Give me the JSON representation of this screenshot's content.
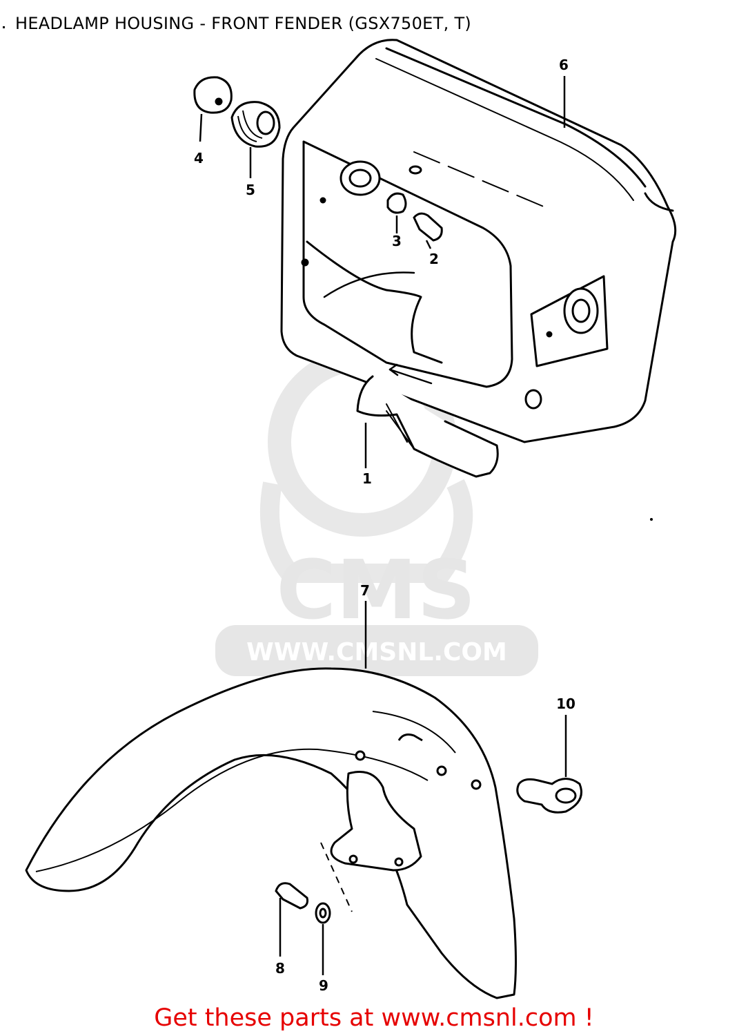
{
  "title": "HEADLAMP HOUSING - FRONT FENDER (GSX750ET, T)",
  "watermark": {
    "brand": "CMS",
    "url": "WWW.CMSNL.COM"
  },
  "callouts": [
    {
      "id": "1",
      "label": "1"
    },
    {
      "id": "2",
      "label": "2"
    },
    {
      "id": "3",
      "label": "3"
    },
    {
      "id": "4",
      "label": "4"
    },
    {
      "id": "5",
      "label": "5"
    },
    {
      "id": "6",
      "label": "6"
    },
    {
      "id": "7",
      "label": "7"
    },
    {
      "id": "8",
      "label": "8"
    },
    {
      "id": "9",
      "label": "9"
    },
    {
      "id": "10",
      "label": "10"
    }
  ],
  "footer": "Get these parts at www.cmsnl.com !",
  "colors": {
    "line": "#000000",
    "footer": "#e60000",
    "watermark": "#e6e6e6"
  }
}
